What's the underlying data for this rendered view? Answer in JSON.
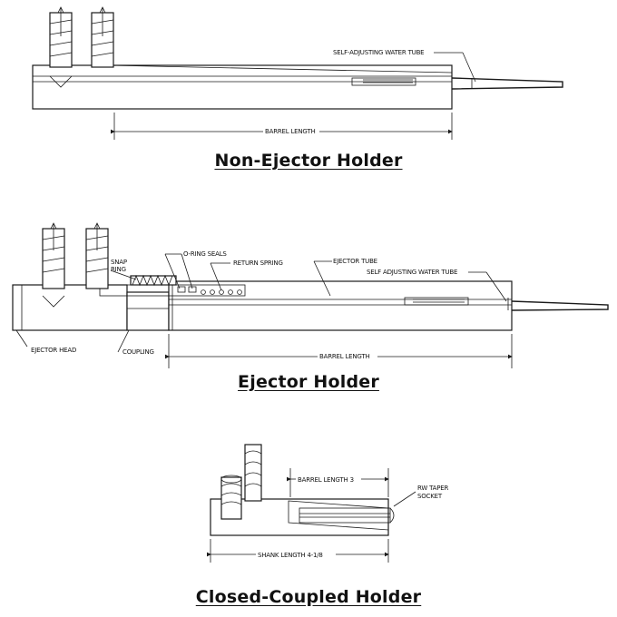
{
  "sections": [
    {
      "title": "Non-Ejector Holder",
      "labels": {
        "water_tube": "SELF-ADJUSTING WATER TUBE",
        "barrel_length": "BARREL LENGTH"
      }
    },
    {
      "title": "Ejector Holder",
      "labels": {
        "snap_ring_line1": "SNAP",
        "snap_ring_line2": "RING",
        "o_ring_seals": "O-RING SEALS",
        "return_spring": "RETURN SPRING",
        "ejector_tube": "EJECTOR TUBE",
        "water_tube": "SELF ADJUSTING WATER TUBE",
        "ejector_head": "EJECTOR HEAD",
        "coupling": "COUPLING",
        "barrel_length": "BARREL LENGTH"
      }
    },
    {
      "title": "Closed-Coupled Holder",
      "labels": {
        "barrel_length": "BARREL LENGTH 3",
        "rw_taper_line1": "RW TAPER",
        "rw_taper_line2": "SOCKET",
        "shank_length": "SHANK LENGTH 4-1/8"
      }
    }
  ]
}
